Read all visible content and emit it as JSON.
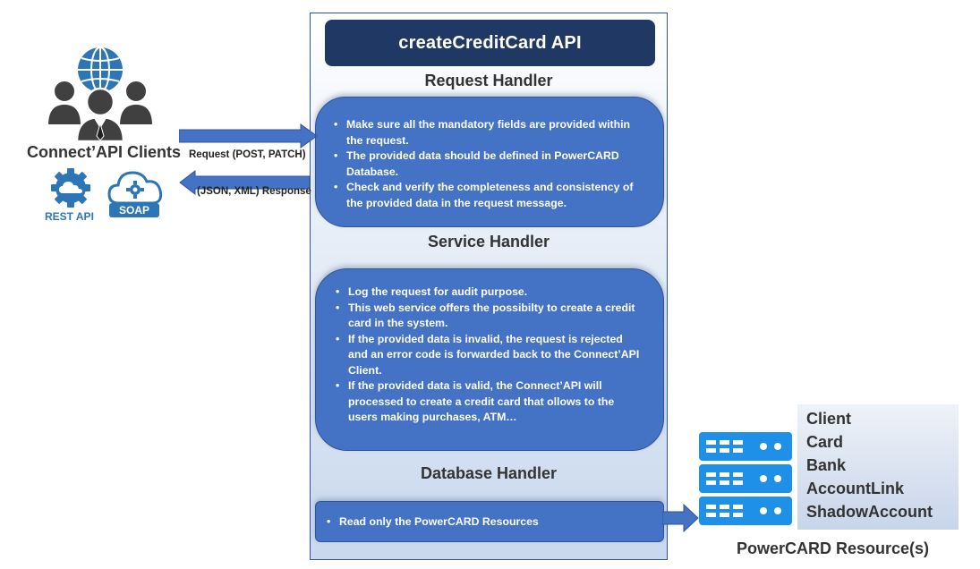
{
  "api_title": "createCreditCard  API",
  "clients": {
    "label": "Connect’API Clients",
    "rest_label": "REST API",
    "soap_label": "SOAP"
  },
  "arrows": {
    "request_label": "Request (POST, PATCH)",
    "response_label": "(JSON, XML) Response"
  },
  "request_handler": {
    "title": "Request Handler",
    "items": [
      "Make sure all the mandatory fields are provided within the request.",
      "The provided data should be defined in PowerCARD Database.",
      "Check and verify the completeness and consistency of the provided data in the request message."
    ]
  },
  "service_handler": {
    "title": "Service Handler",
    "items": [
      "Log the request for audit purpose.",
      "This web service offers the possibilty to create a credit card in the system.",
      "If the provided data is invalid, the request is rejected and an error code is forwarded back to the Connect’API Client.",
      "If the provided data is valid, the Connect’API will processed to create a credit card that ollows to the users making purchases, ATM…"
    ]
  },
  "database_handler": {
    "title": "Database Handler",
    "items": [
      "Read only the PowerCARD Resources"
    ]
  },
  "resources": {
    "items": [
      "Client",
      "Card",
      "Bank",
      "AccountLink",
      "ShadowAccount"
    ],
    "caption": "PowerCARD Resource(s)"
  },
  "colors": {
    "dark_navy": "#1f3864",
    "bubble_blue": "#4472c4",
    "icon_dark": "#404040",
    "icon_blue": "#2e75b6",
    "server_blue": "#1e90e8"
  }
}
